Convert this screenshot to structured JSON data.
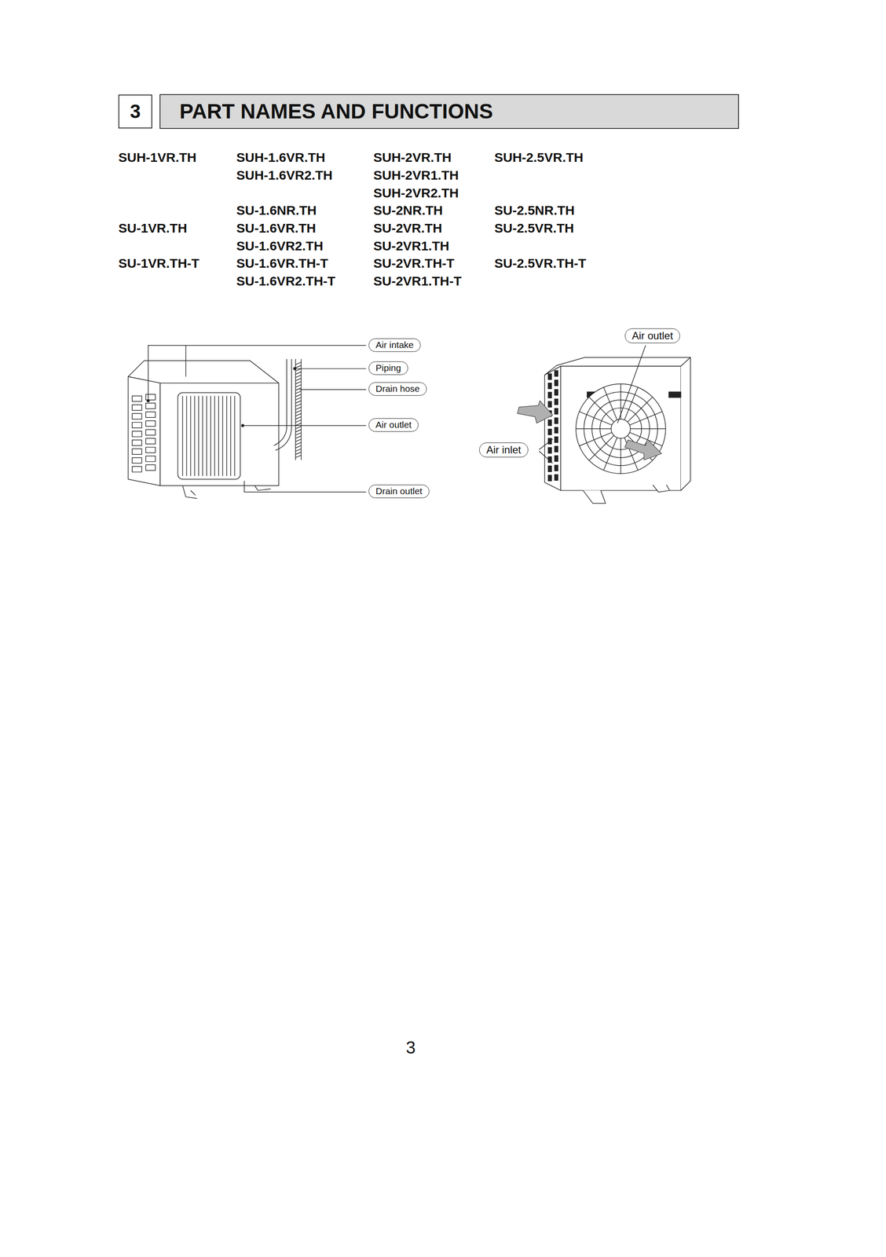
{
  "diagram": {
    "title": "PART NAMES AND FUNCTIONS",
    "nodes": [
      {
        "text": [
          "3"
        ]
      },
      {
        "text": [
          "Air intake"
        ]
      },
      {
        "text": [
          "Piping"
        ]
      },
      {
        "text": [
          "Drain hose"
        ]
      },
      {
        "text": [
          "Air outlet"
        ]
      },
      {
        "text": [
          "Drain outlet"
        ]
      },
      {
        "text": [
          "Air outlet"
        ]
      },
      {
        "text": [
          "Air inlet"
        ]
      }
    ],
    "labels": [
      "SUH-1VR.TH",
      "SUH-1.6VR.TH",
      "SUH-2VR.TH",
      "SUH-2.5VR.TH",
      "SUH-1.6VR2.TH",
      "SUH-2VR1.TH",
      "SUH-2VR2.TH",
      "SU-1.6NR.TH",
      "SU-2NR.TH",
      "SU-2.5NR.TH",
      "SU-1VR.TH",
      "SU-1.6VR.TH",
      "SU-2VR.TH",
      "SU-2.5VR.TH",
      "SU-1.6VR2.TH",
      "SU-2VR1.TH",
      "SU-1VR.TH-T",
      "SU-1.6VR.TH-T",
      "SU-2VR.TH-T",
      "SU-2.5VR.TH-T",
      "SU-1.6VR2.TH-T",
      "SU-2VR1.TH-T",
      "3"
    ]
  }
}
